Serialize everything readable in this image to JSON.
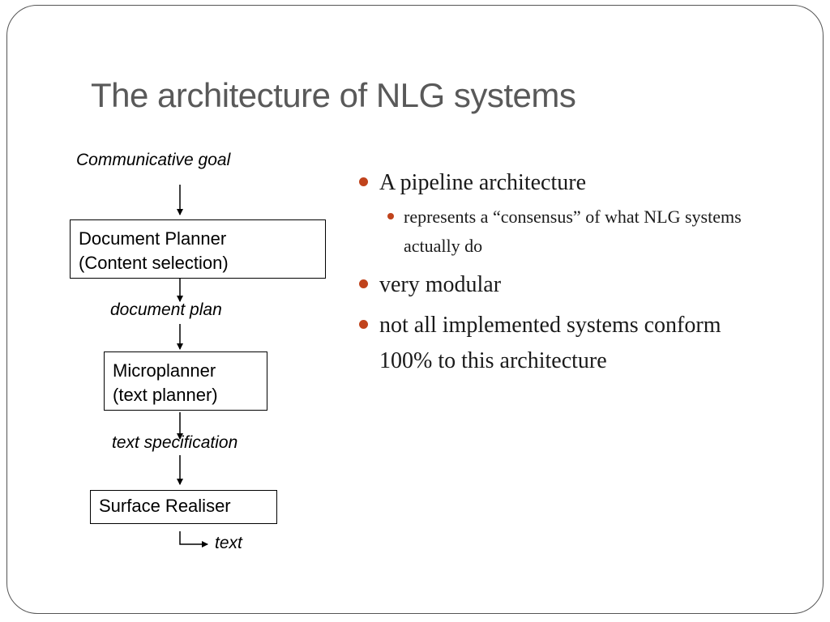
{
  "slide": {
    "title": "The architecture of NLG systems"
  },
  "diagram": {
    "input_label": "Communicative goal",
    "stage1": {
      "line1": "Document Planner",
      "line2": "(Content selection)"
    },
    "label1": "document plan",
    "stage2": {
      "line1": "Microplanner",
      "line2": "(text planner)"
    },
    "label2": "text specification",
    "stage3": {
      "line1": "Surface Realiser"
    },
    "output_label": "text"
  },
  "bullets": [
    {
      "text": "A pipeline architecture",
      "level": 1
    },
    {
      "text": "represents a “consensus” of what NLG systems actually do",
      "level": 2
    },
    {
      "text": "very modular",
      "level": 1
    },
    {
      "text": "not all implemented systems conform 100% to this architecture",
      "level": 1
    }
  ],
  "colors": {
    "title": "#595959",
    "bullet": "#c0431c",
    "frame": "#555555"
  }
}
